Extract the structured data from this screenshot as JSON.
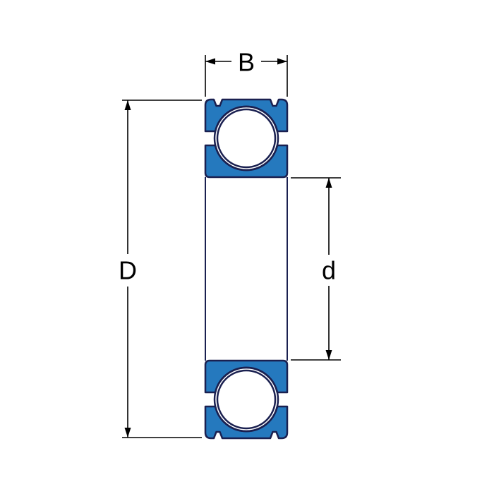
{
  "figure": {
    "type": "technical-diagram",
    "subject": "deep groove ball bearing cross-section with dimension annotations",
    "labels": {
      "width": "B",
      "outer_diameter": "D",
      "bore_diameter": "d"
    },
    "colors": {
      "ring_fill": "#2579BE",
      "outline": "#1A2050",
      "dimension": "#000000",
      "background": "#FFFFFF"
    }
  }
}
